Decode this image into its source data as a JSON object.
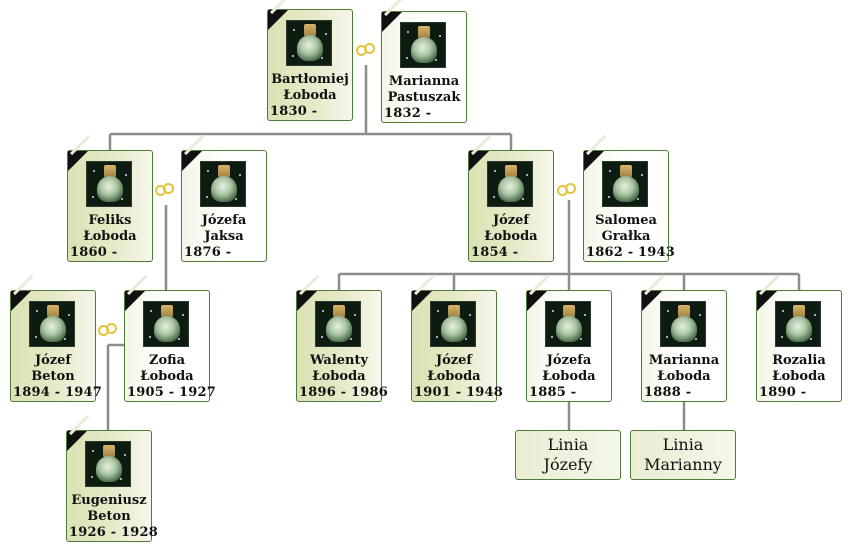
{
  "people": [
    {
      "id": "bartlomiej",
      "name": "Bartłomiej Łoboda",
      "dates": "1830 -",
      "sex": "m"
    },
    {
      "id": "marianna-p",
      "name": "Marianna Pastuszak",
      "dates": "1832 -",
      "sex": "f"
    },
    {
      "id": "feliks",
      "name": "Feliks Łoboda",
      "dates": "1860 -",
      "sex": "m"
    },
    {
      "id": "jozefa-j",
      "name": "Józefa Jaksa",
      "dates": "1876 -",
      "sex": "f"
    },
    {
      "id": "jozef-1854",
      "name": "Józef Łoboda",
      "dates": "1854 -",
      "sex": "m"
    },
    {
      "id": "salomea",
      "name": "Salomea Grałka",
      "dates": "1862 - 1943",
      "sex": "f"
    },
    {
      "id": "jozef-beton",
      "name": "Józef Beton",
      "dates": "1894 - 1947",
      "sex": "m"
    },
    {
      "id": "zofia",
      "name": "Zofia Łoboda",
      "dates": "1905 - 1927",
      "sex": "f"
    },
    {
      "id": "eugeniusz",
      "name": "Eugeniusz Beton",
      "dates": "1926 - 1928",
      "sex": "m"
    },
    {
      "id": "walenty",
      "name": "Walenty Łoboda",
      "dates": "1896 - 1986",
      "sex": "m"
    },
    {
      "id": "jozef-1901",
      "name": "Józef Łoboda",
      "dates": "1901 - 1948",
      "sex": "m"
    },
    {
      "id": "jozefa-l",
      "name": "Józefa Łoboda",
      "dates": "1885 -",
      "sex": "f"
    },
    {
      "id": "marianna-l",
      "name": "Marianna Łoboda",
      "dates": "1888 -",
      "sex": "f"
    },
    {
      "id": "rozalia",
      "name": "Rozalia Łoboda",
      "dates": "1890 -",
      "sex": "f"
    }
  ],
  "line_links": [
    {
      "id": "linia-jozefy",
      "label": "Linia Józefy",
      "parent": "jozefa-l"
    },
    {
      "id": "linia-marianny",
      "label": "Linia Marianny",
      "parent": "marianna-l"
    }
  ],
  "marriages": [
    {
      "a": "bartlomiej",
      "b": "marianna-p"
    },
    {
      "a": "feliks",
      "b": "jozefa-j"
    },
    {
      "a": "jozef-1854",
      "b": "salomea"
    },
    {
      "a": "jozef-beton",
      "b": "zofia"
    }
  ],
  "icons": {
    "mourning": "mourning-ribbon-icon",
    "photo": "photo-placeholder-icon",
    "marriage": "wedding-rings-icon"
  },
  "colors": {
    "border": "#4f7a38",
    "male_fill": "#dbe2b4",
    "female_fill": "#ffffff",
    "connector": "#8c8c8c",
    "rings": "#e6c43a"
  }
}
